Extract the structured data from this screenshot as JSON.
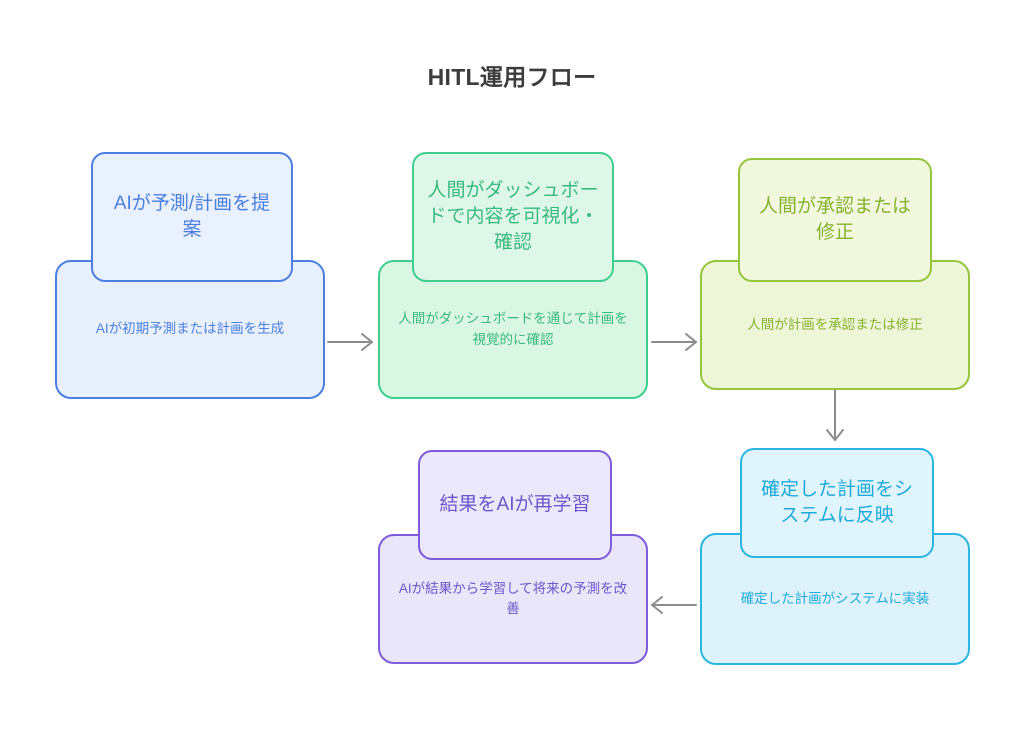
{
  "title": "HITL運用フロー",
  "colors": {
    "background": "#ffffff",
    "title_text": "#3c3c3c",
    "arrow": "#8c8c8c",
    "node1_border": "#4a7fe0",
    "node1_fill": "#e8f0fd",
    "node1_header_fill": "#eaf1fe",
    "node1_text": "#4a7fe0",
    "node2_border": "#3ecf8e",
    "node2_fill": "#d9f7e3",
    "node2_header_fill": "#ddf8e8",
    "node2_text": "#3ab97d",
    "node3_border": "#94c53c",
    "node3_fill": "#eef6d8",
    "node3_header_fill": "#f1f8de",
    "node3_text": "#85b32f",
    "node4_border": "#29b6e0",
    "node4_fill": "#ddf2fb",
    "node4_header_fill": "#e0f4fc",
    "node4_text": "#1fa9da",
    "node5_border": "#7c5cdb",
    "node5_fill": "#eae6fa",
    "node5_header_fill": "#ece8fb",
    "node5_text": "#6b56cc"
  },
  "nodes": [
    {
      "id": "ai-propose",
      "header": "AIが予測/計画を提案",
      "body": "AIが初期予測または計画を生成"
    },
    {
      "id": "human-visualize",
      "header": "人間がダッシュボードで内容を可視化・確認",
      "body": "人間がダッシュボードを通じて計画を視覚的に確認"
    },
    {
      "id": "human-approve",
      "header": "人間が承認または修正",
      "body": "人間が計画を承認または修正"
    },
    {
      "id": "apply-to-system",
      "header": "確定した計画をシステムに反映",
      "body": "確定した計画がシステムに実装"
    },
    {
      "id": "ai-retrain",
      "header": "結果をAIが再学習",
      "body": "AIが結果から学習して将来の予測を改善"
    }
  ],
  "connectors": [
    {
      "id": "ai-propose-to-human-visualize",
      "direction": "right"
    },
    {
      "id": "human-visualize-to-human-approve",
      "direction": "right"
    },
    {
      "id": "human-approve-to-apply-to-system",
      "direction": "down"
    },
    {
      "id": "apply-to-system-to-ai-retrain",
      "direction": "left"
    }
  ]
}
